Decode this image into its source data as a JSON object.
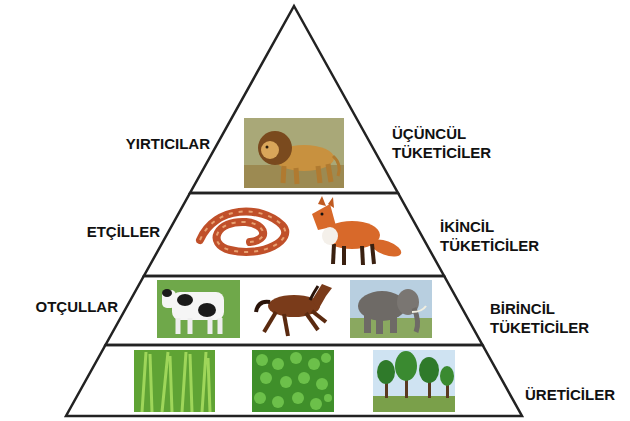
{
  "diagram": {
    "nodes": [
      {
        "text": [
          "YIRTICILAR",
          "ÜÇÜNCÜL TÜKETİCİLER"
        ]
      },
      {
        "text": [
          "ETÇİLLER",
          "İKİNCİL TÜKETİCİLER"
        ]
      },
      {
        "text": [
          "OTÇULLAR",
          "BİRİNCİL TÜKETİCİLER"
        ]
      },
      {
        "text": [
          "ÜRETİCİLER"
        ]
      }
    ]
  }
}
